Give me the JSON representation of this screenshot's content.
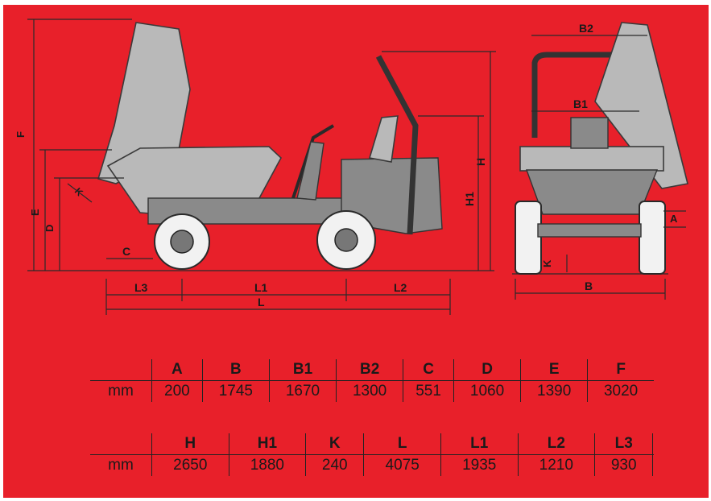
{
  "labels": {
    "F": "F",
    "E": "E",
    "D": "D",
    "K": "K",
    "C": "C",
    "L3": "L3",
    "L1": "L1",
    "L2": "L2",
    "L": "L",
    "H": "H",
    "H1": "H1",
    "B2": "B2",
    "B1": "B1",
    "A": "A",
    "B": "B",
    "K2": "K"
  },
  "table1": {
    "unit": "mm",
    "headers": [
      "A",
      "B",
      "B1",
      "B2",
      "C",
      "D",
      "E",
      "F"
    ],
    "values": [
      "200",
      "1745",
      "1670",
      "1300",
      "551",
      "1060",
      "1390",
      "3020"
    ]
  },
  "table2": {
    "unit": "mm",
    "headers": [
      "H",
      "H1",
      "K",
      "L",
      "L1",
      "L2",
      "L3",
      ""
    ],
    "values": [
      "2650",
      "1880",
      "240",
      "4075",
      "1935",
      "1210",
      "930",
      ""
    ]
  }
}
